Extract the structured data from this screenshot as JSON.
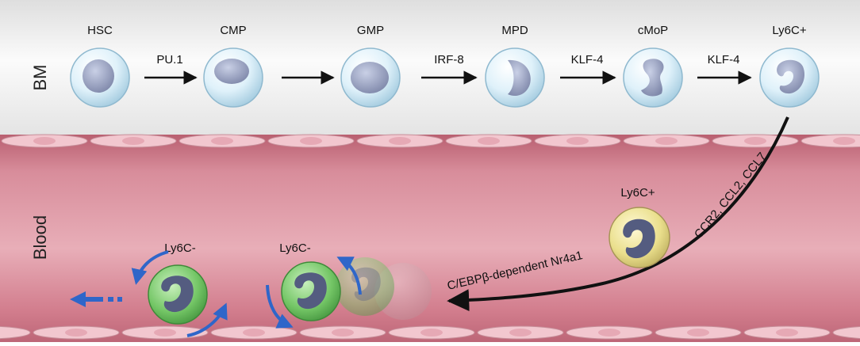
{
  "regions": {
    "bone_marrow": "BM",
    "blood": "Blood"
  },
  "bm_stages": [
    "HSC",
    "CMP",
    "GMP",
    "MPD",
    "cMoP",
    "Ly6C+"
  ],
  "bm_transitions": [
    "PU.1",
    "",
    "IRF-8",
    "KLF-4",
    "KLF-4"
  ],
  "egress_factors": "CCR2, CCL2, CCL7",
  "blood_cells": {
    "ly6c_plus": "Ly6C+",
    "ly6c_minus_left": "Ly6C-",
    "ly6c_minus_middle": "Ly6C-"
  },
  "conversion_factor": "C/EBPβ-dependent Nr4a1",
  "colors": {
    "arrow": "#111111",
    "patrol_arrow": "#2f66c9",
    "vessel": "#c97986",
    "endothelium": "#f2c7cf",
    "ly6c_minus_cell": "#66c25e",
    "ly6c_plus_cell": "#eee38d",
    "progenitor_cell": "#d8eef8"
  },
  "icons": {
    "cell": "round-cell-with-nucleus",
    "patrol": "curved-blue-arrow",
    "migration": "dashed-blue-arrow"
  }
}
